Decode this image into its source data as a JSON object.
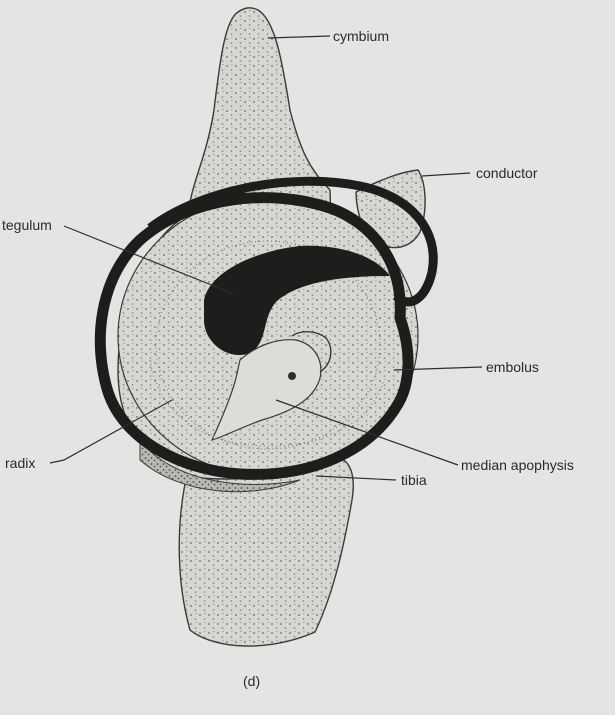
{
  "figure": {
    "caption": "(d)",
    "labels": {
      "cymbium": "cymbium",
      "conductor": "conductor",
      "tegulum": "tegulum",
      "embolus": "embolus",
      "radix": "radix",
      "median_apophysis": "median apophysis",
      "tibia": "tibia"
    }
  }
}
